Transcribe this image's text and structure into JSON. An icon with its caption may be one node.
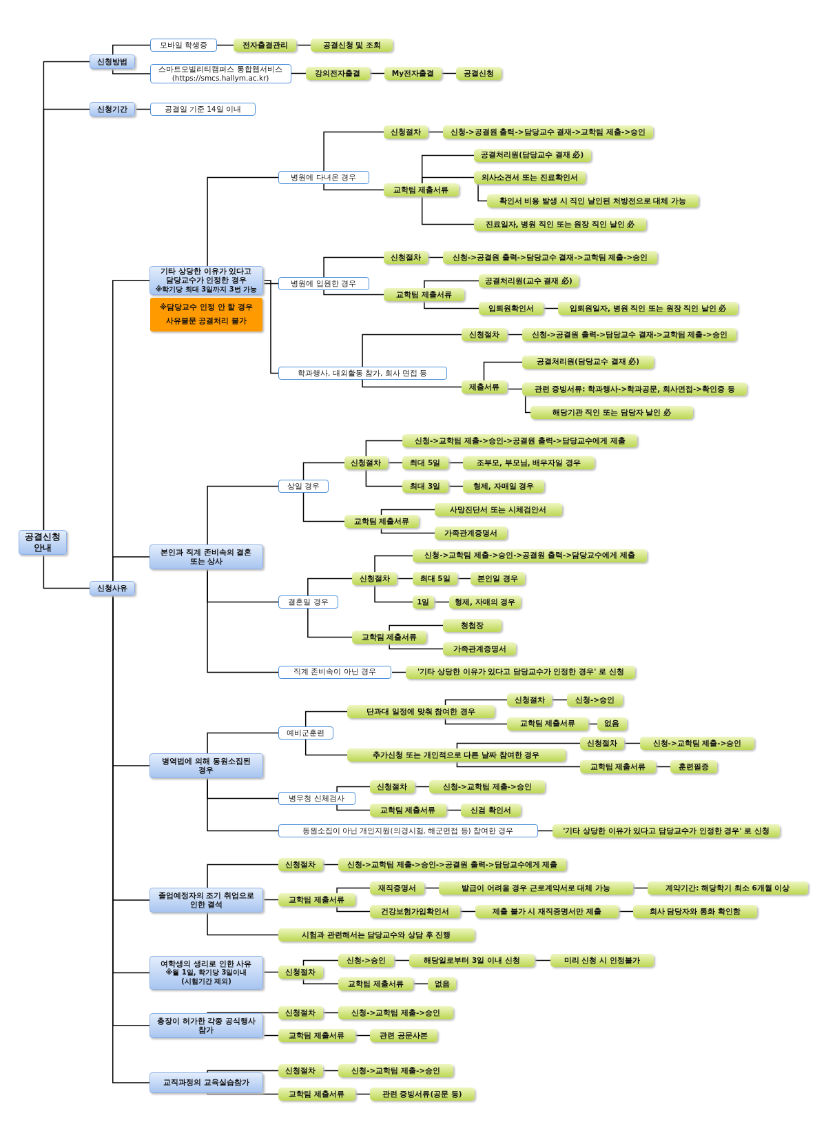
{
  "diagram": {
    "nodes": [
      {
        "text": [
          "공결신청 안내"
        ]
      },
      {
        "text": [
          "신청방법"
        ]
      },
      {
        "text": [
          "모바일 학생증"
        ]
      },
      {
        "text": [
          "전자출결관리"
        ]
      },
      {
        "text": [
          "공결신청 및 조회"
        ]
      },
      {
        "text": [
          "스마트모빌리티캠퍼스 통합웹서비스 (https://smcs.hallym.ac.kr)"
        ]
      },
      {
        "text": [
          "강의전자출결"
        ]
      },
      {
        "text": [
          "My전자출결"
        ]
      },
      {
        "text": [
          "공결신청"
        ]
      },
      {
        "text": [
          "신청기간"
        ]
      },
      {
        "text": [
          "공결일 기준 14일 이내"
        ]
      },
      {
        "text": [
          "신청사유"
        ]
      },
      {
        "text": [
          "기타 상당한 이유가 있다고 담당교수가 인정한 경우",
          "※학기당 최대 3일까지 3번 가능"
        ]
      },
      {
        "text": [
          "※담당교수 인정 안 할 경우 사유불문 공결처리 불가"
        ]
      },
      {
        "text": [
          "병원에 다녀온 경우"
        ]
      },
      {
        "text": [
          "신청절차"
        ]
      },
      {
        "text": [
          "신청->공결원 출력->담당교수 결재->교학팀 제출->승인"
        ]
      },
      {
        "text": [
          "교학팀 제출서류"
        ]
      },
      {
        "text": [
          "공결처리원(담당교수 결재 必)"
        ]
      },
      {
        "text": [
          "의사소견서 또는 진료확인서"
        ]
      },
      {
        "text": [
          "확인서 비용 발생 시 직인 날인된 처방전으로 대체 가능"
        ]
      },
      {
        "text": [
          "진료일자, 병원 직인 또는 원장 직인 날인 必"
        ]
      },
      {
        "text": [
          "병원에 입원한 경우"
        ]
      },
      {
        "text": [
          "신청절차"
        ]
      },
      {
        "text": [
          "신청->공결원 출력->담당교수 결재->교학팀 제출->승인"
        ]
      },
      {
        "text": [
          "교학팀 제출서류"
        ]
      },
      {
        "text": [
          "공결처리원(교수 결재 必)"
        ]
      },
      {
        "text": [
          "입퇴원확인서"
        ]
      },
      {
        "text": [
          "입퇴원일자, 병원 직인 또는 원장 직인 날인 必"
        ]
      },
      {
        "text": [
          "학과행사, 대외활동 참가, 회사 면접 등"
        ]
      },
      {
        "text": [
          "신청절차"
        ]
      },
      {
        "text": [
          "신청->공결원 출력->담당교수 결재->교학팀 제출->승인"
        ]
      },
      {
        "text": [
          "제출서류"
        ]
      },
      {
        "text": [
          "공결처리원(담당교수 결재 必)"
        ]
      },
      {
        "text": [
          "관련 증빙서류: 학과행사->학과공문, 회사면접->확인증 등"
        ]
      },
      {
        "text": [
          "해당기관 직인 또는 담당자 날인 必"
        ]
      },
      {
        "text": [
          "본인과 직계 존비속의 결혼 또는 상사"
        ]
      },
      {
        "text": [
          "상일 경우"
        ]
      },
      {
        "text": [
          "신청절차"
        ]
      },
      {
        "text": [
          "신청->교학팀 제출->승인->공결원 출력->담당교수에게 제출"
        ]
      },
      {
        "text": [
          "최대 5일"
        ]
      },
      {
        "text": [
          "조부모, 부모님, 배우자일 경우"
        ]
      },
      {
        "text": [
          "최대 3일"
        ]
      },
      {
        "text": [
          "형제, 자매일 경우"
        ]
      },
      {
        "text": [
          "교학팀 제출서류"
        ]
      },
      {
        "text": [
          "사망진단서 또는 시체검안서"
        ]
      },
      {
        "text": [
          "가족관계증명서"
        ]
      },
      {
        "text": [
          "결혼일 경우"
        ]
      },
      {
        "text": [
          "신청절차"
        ]
      },
      {
        "text": [
          "신청->교학팀 제출->승인->공결원 출력->담당교수에게 제출"
        ]
      },
      {
        "text": [
          "최대 5일"
        ]
      },
      {
        "text": [
          "본인일 경우"
        ]
      },
      {
        "text": [
          "1일"
        ]
      },
      {
        "text": [
          "형제, 자매의 경우"
        ]
      },
      {
        "text": [
          "교학팀 제출서류"
        ]
      },
      {
        "text": [
          "청첩장"
        ]
      },
      {
        "text": [
          "가족관계증명서"
        ]
      },
      {
        "text": [
          "직계 존비속이 아닌 경우"
        ]
      },
      {
        "text": [
          "'기타 상당한 이유가 있다고 담당교수가 인정한 경우' 로 신청"
        ]
      },
      {
        "text": [
          "병역법에 의해 동원소집된 경우"
        ]
      },
      {
        "text": [
          "예비군훈련"
        ]
      },
      {
        "text": [
          "단과대 일정에 맞춰 참여한 경우"
        ]
      },
      {
        "text": [
          "신청절차"
        ]
      },
      {
        "text": [
          "신청->승인"
        ]
      },
      {
        "text": [
          "교학팀 제출서류"
        ]
      },
      {
        "text": [
          "없음"
        ]
      },
      {
        "text": [
          "추가신청 또는 개인적으로 다른 날짜 참여한 경우"
        ]
      },
      {
        "text": [
          "신청절차"
        ]
      },
      {
        "text": [
          "신청->교학팀 제출->승인"
        ]
      },
      {
        "text": [
          "교학팀 제출서류"
        ]
      },
      {
        "text": [
          "훈련필증"
        ]
      },
      {
        "text": [
          "병무청 신체검사"
        ]
      },
      {
        "text": [
          "신청절차"
        ]
      },
      {
        "text": [
          "신청->교학팀 제출->승인"
        ]
      },
      {
        "text": [
          "교학팀 제출서류"
        ]
      },
      {
        "text": [
          "신검 확인서"
        ]
      },
      {
        "text": [
          "동원소집이 아닌 개인지원(의경시험, 해군면접 등) 참여한 경우"
        ]
      },
      {
        "text": [
          "'기타 상당한 이유가 있다고 담당교수가 인정한 경우' 로 신청"
        ]
      },
      {
        "text": [
          "졸업예정자의 조기 취업으로 인한 결석"
        ]
      },
      {
        "text": [
          "신청절차"
        ]
      },
      {
        "text": [
          "신청->교학팀 제출->승인->공결원 출력->담당교수에게 제출"
        ]
      },
      {
        "text": [
          "교학팀 제출서류"
        ]
      },
      {
        "text": [
          "재직증명서"
        ]
      },
      {
        "text": [
          "발급이 어려울 경우 근로계약서로 대체 가능"
        ]
      },
      {
        "text": [
          "계약기간: 해당학기 최소 6개월 이상"
        ]
      },
      {
        "text": [
          "건강보험가입확인서"
        ]
      },
      {
        "text": [
          "제출 불가 시 재직증명서만 제출"
        ]
      },
      {
        "text": [
          "회사 담당자와 통화 확인함"
        ]
      },
      {
        "text": [
          "시험과 관련해서는 담당교수와 상담 후 진행"
        ]
      },
      {
        "text": [
          "여학생의 생리로 인한 사유",
          "※월 1일, 학기당 3일이내",
          "(시험기간 제외)"
        ]
      },
      {
        "text": [
          "신청절차"
        ]
      },
      {
        "text": [
          "신청->승인"
        ]
      },
      {
        "text": [
          "해당일로부터 3일 이내 신청"
        ]
      },
      {
        "text": [
          "미리 신청 시 인정불가"
        ]
      },
      {
        "text": [
          "교학팀 제출서류"
        ]
      },
      {
        "text": [
          "없음"
        ]
      },
      {
        "text": [
          "총장이 허가한 각종 공식행사 참가"
        ]
      },
      {
        "text": [
          "신청절차"
        ]
      },
      {
        "text": [
          "신청->교학팀 제출->승인"
        ]
      },
      {
        "text": [
          "교학팀 제출서류"
        ]
      },
      {
        "text": [
          "관련 공문사본"
        ]
      },
      {
        "text": [
          "교직과정의 교육실습참가"
        ]
      },
      {
        "text": [
          "신청절차"
        ]
      },
      {
        "text": [
          "신청->교학팀 제출->승인"
        ]
      },
      {
        "text": [
          "교학팀 제출서류"
        ]
      },
      {
        "text": [
          "관련 증빙서류(공문 등)"
        ]
      }
    ],
    "edges": [
      {
        "from": 0,
        "to": 1,
        "arrow": "none"
      },
      {
        "from": 0,
        "to": 9,
        "arrow": "none"
      },
      {
        "from": 0,
        "to": 11,
        "arrow": "none"
      },
      {
        "from": 1,
        "to": 2,
        "arrow": "none"
      },
      {
        "from": 1,
        "to": 5,
        "arrow": "none"
      },
      {
        "from": 2,
        "to": 3,
        "arrow": "none"
      },
      {
        "from": 3,
        "to": 4,
        "arrow": "none"
      },
      {
        "from": 5,
        "to": 6,
        "arrow": "none"
      },
      {
        "from": 6,
        "to": 7,
        "arrow": "none"
      },
      {
        "from": 7,
        "to": 8,
        "arrow": "none"
      },
      {
        "from": 9,
        "to": 10,
        "arrow": "none"
      },
      {
        "from": 11,
        "to": 12,
        "arrow": "none"
      },
      {
        "from": 11,
        "to": 36,
        "arrow": "none"
      },
      {
        "from": 11,
        "to": 59,
        "arrow": "none"
      },
      {
        "from": 11,
        "to": 78,
        "arrow": "none"
      },
      {
        "from": 11,
        "to": 89,
        "arrow": "none"
      },
      {
        "from": 11,
        "to": 96,
        "arrow": "none"
      },
      {
        "from": 11,
        "to": 101,
        "arrow": "none"
      },
      {
        "from": 12,
        "to": 14,
        "arrow": "none"
      },
      {
        "from": 12,
        "to": 22,
        "arrow": "none"
      },
      {
        "from": 12,
        "to": 29,
        "arrow": "none"
      },
      {
        "from": 14,
        "to": 15,
        "arrow": "none"
      },
      {
        "from": 14,
        "to": 17,
        "arrow": "none"
      },
      {
        "from": 15,
        "to": 16,
        "arrow": "none"
      },
      {
        "from": 17,
        "to": 18,
        "arrow": "none"
      },
      {
        "from": 17,
        "to": 19,
        "arrow": "none"
      },
      {
        "from": 17,
        "to": 21,
        "arrow": "none"
      },
      {
        "from": 19,
        "to": 20,
        "arrow": "none"
      },
      {
        "from": 22,
        "to": 23,
        "arrow": "none"
      },
      {
        "from": 22,
        "to": 25,
        "arrow": "none"
      },
      {
        "from": 23,
        "to": 24,
        "arrow": "none"
      },
      {
        "from": 25,
        "to": 26,
        "arrow": "none"
      },
      {
        "from": 25,
        "to": 27,
        "arrow": "none"
      },
      {
        "from": 27,
        "to": 28,
        "arrow": "none"
      },
      {
        "from": 29,
        "to": 30,
        "arrow": "none"
      },
      {
        "from": 29,
        "to": 32,
        "arrow": "none"
      },
      {
        "from": 30,
        "to": 31,
        "arrow": "none"
      },
      {
        "from": 32,
        "to": 33,
        "arrow": "none"
      },
      {
        "from": 32,
        "to": 34,
        "arrow": "none"
      },
      {
        "from": 34,
        "to": 35,
        "arrow": "none"
      },
      {
        "from": 36,
        "to": 37,
        "arrow": "none"
      },
      {
        "from": 36,
        "to": 47,
        "arrow": "none"
      },
      {
        "from": 36,
        "to": 57,
        "arrow": "none"
      },
      {
        "from": 37,
        "to": 38,
        "arrow": "none"
      },
      {
        "from": 37,
        "to": 44,
        "arrow": "none"
      },
      {
        "from": 38,
        "to": 39,
        "arrow": "none"
      },
      {
        "from": 38,
        "to": 40,
        "arrow": "none"
      },
      {
        "from": 38,
        "to": 42,
        "arrow": "none"
      },
      {
        "from": 40,
        "to": 41,
        "arrow": "none"
      },
      {
        "from": 42,
        "to": 43,
        "arrow": "none"
      },
      {
        "from": 44,
        "to": 45,
        "arrow": "none"
      },
      {
        "from": 44,
        "to": 46,
        "arrow": "none"
      },
      {
        "from": 47,
        "to": 48,
        "arrow": "none"
      },
      {
        "from": 47,
        "to": 54,
        "arrow": "none"
      },
      {
        "from": 48,
        "to": 49,
        "arrow": "none"
      },
      {
        "from": 48,
        "to": 50,
        "arrow": "none"
      },
      {
        "from": 48,
        "to": 52,
        "arrow": "none"
      },
      {
        "from": 50,
        "to": 51,
        "arrow": "none"
      },
      {
        "from": 52,
        "to": 53,
        "arrow": "none"
      },
      {
        "from": 54,
        "to": 55,
        "arrow": "none"
      },
      {
        "from": 54,
        "to": 56,
        "arrow": "none"
      },
      {
        "from": 57,
        "to": 58,
        "arrow": "none"
      },
      {
        "from": 59,
        "to": 60,
        "arrow": "none"
      },
      {
        "from": 59,
        "to": 71,
        "arrow": "none"
      },
      {
        "from": 59,
        "to": 76,
        "arrow": "none"
      },
      {
        "from": 60,
        "to": 61,
        "arrow": "none"
      },
      {
        "from": 60,
        "to": 66,
        "arrow": "none"
      },
      {
        "from": 61,
        "to": 62,
        "arrow": "none"
      },
      {
        "from": 61,
        "to": 64,
        "arrow": "none"
      },
      {
        "from": 62,
        "to": 63,
        "arrow": "none"
      },
      {
        "from": 64,
        "to": 65,
        "arrow": "none"
      },
      {
        "from": 66,
        "to": 67,
        "arrow": "none"
      },
      {
        "from": 66,
        "to": 69,
        "arrow": "none"
      },
      {
        "from": 67,
        "to": 68,
        "arrow": "none"
      },
      {
        "from": 69,
        "to": 70,
        "arrow": "none"
      },
      {
        "from": 71,
        "to": 72,
        "arrow": "none"
      },
      {
        "from": 71,
        "to": 74,
        "arrow": "none"
      },
      {
        "from": 72,
        "to": 73,
        "arrow": "none"
      },
      {
        "from": 74,
        "to": 75,
        "arrow": "none"
      },
      {
        "from": 76,
        "to": 77,
        "arrow": "none"
      },
      {
        "from": 78,
        "to": 79,
        "arrow": "none"
      },
      {
        "from": 78,
        "to": 81,
        "arrow": "none"
      },
      {
        "from": 78,
        "to": 88,
        "arrow": "none"
      },
      {
        "from": 79,
        "to": 80,
        "arrow": "none"
      },
      {
        "from": 81,
        "to": 82,
        "arrow": "none"
      },
      {
        "from": 81,
        "to": 85,
        "arrow": "none"
      },
      {
        "from": 82,
        "to": 83,
        "arrow": "none"
      },
      {
        "from": 83,
        "to": 84,
        "arrow": "none"
      },
      {
        "from": 85,
        "to": 86,
        "arrow": "none"
      },
      {
        "from": 86,
        "to": 87,
        "arrow": "none"
      },
      {
        "from": 89,
        "to": 90,
        "arrow": "none"
      },
      {
        "from": 90,
        "to": 91,
        "arrow": "none"
      },
      {
        "from": 90,
        "to": 94,
        "arrow": "none"
      },
      {
        "from": 91,
        "to": 92,
        "arrow": "none"
      },
      {
        "from": 92,
        "to": 93,
        "arrow": "none"
      },
      {
        "from": 94,
        "to": 95,
        "arrow": "none"
      },
      {
        "from": 96,
        "to": 97,
        "arrow": "none"
      },
      {
        "from": 96,
        "to": 99,
        "arrow": "none"
      },
      {
        "from": 97,
        "to": 98,
        "arrow": "none"
      },
      {
        "from": 99,
        "to": 100,
        "arrow": "none"
      },
      {
        "from": 101,
        "to": 102,
        "arrow": "none"
      },
      {
        "from": 101,
        "to": 104,
        "arrow": "none"
      },
      {
        "from": 102,
        "to": 103,
        "arrow": "none"
      },
      {
        "from": 104,
        "to": 105,
        "arrow": "none"
      }
    ]
  }
}
